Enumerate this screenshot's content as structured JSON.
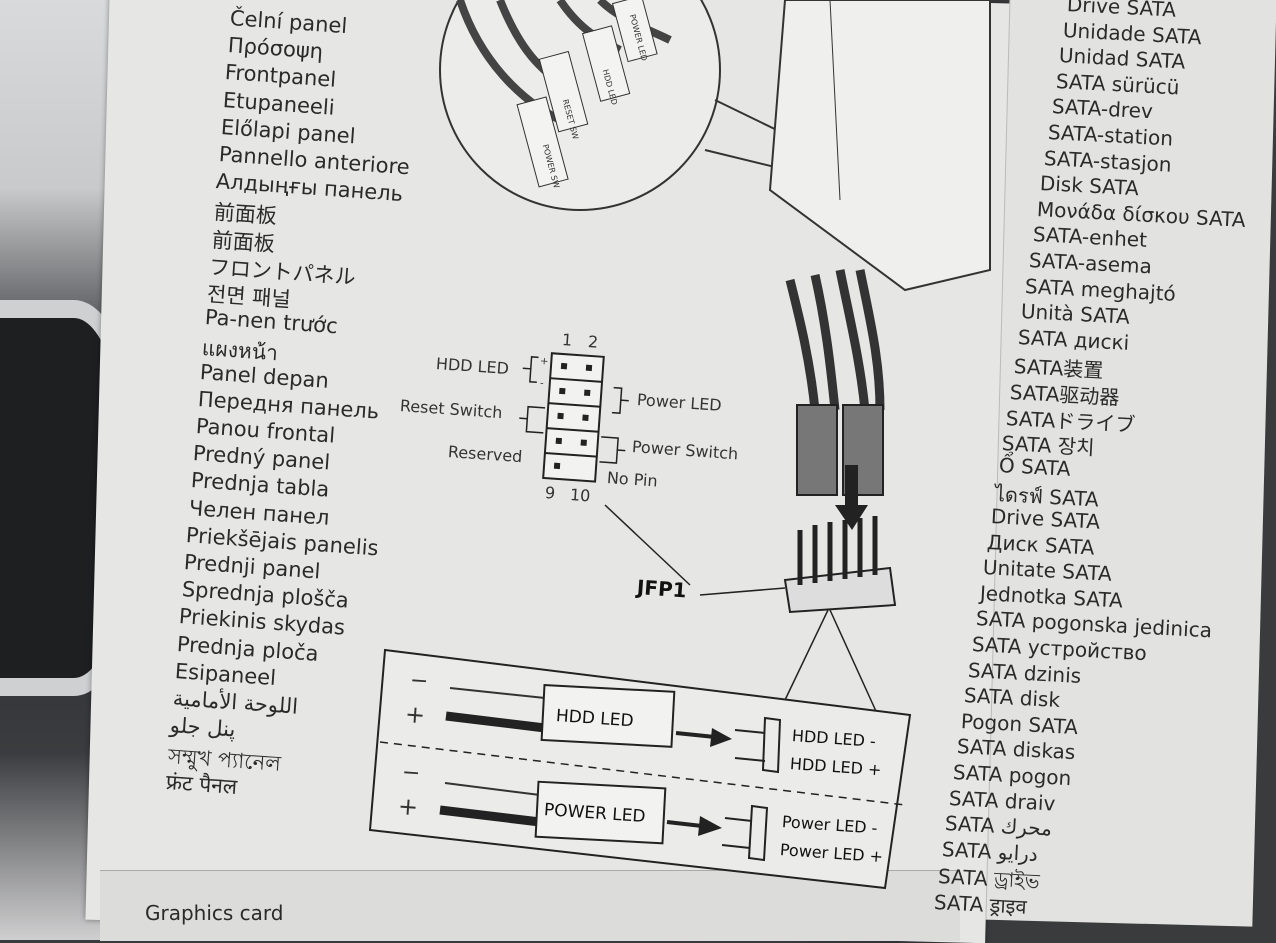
{
  "left_list": [
    "Čelní panel",
    "Πρόσοψη",
    "Frontpanel",
    "Etupaneeli",
    "Előlapi panel",
    "Pannello anteriore",
    "Алдыңғы панель",
    "前面板",
    "前面板",
    "フロントパネル",
    "전면 패널",
    "Pa-nen trước",
    "แผงหน้า",
    "Panel depan",
    "Передня панель",
    "Panou frontal",
    "Predný panel",
    "Prednja tabla",
    "Челен панел",
    "Priekšējais panelis",
    "Prednji panel",
    "Sprednja plošča",
    "Priekinis skydas",
    "Prednja ploča",
    "Esipaneel",
    "اللوحة الأمامية",
    "پنل جلو",
    "সম্মুখ প্যানেল",
    "फ्रंट पैनल"
  ],
  "right_list": [
    "Drive SATA",
    "Unidade SATA",
    "Unidad SATA",
    "SATA sürücü",
    "SATA-drev",
    "SATA-station",
    "SATA-stasjon",
    "Disk SATA",
    "Μονάδα δίσκου SATA",
    "SATA-enhet",
    "SATA-asema",
    "SATA meghajtó",
    "Unità SATA",
    "SATA дискі",
    "SATA装置",
    "SATA驱动器",
    "SATAドライブ",
    "SATA 장치",
    "Ổ SATA",
    "ไดรฟ์ SATA",
    "Drive SATA",
    "Диск SATA",
    "Unitate SATA",
    "Jednotka SATA",
    "SATA pogonska jedinica",
    "SATA устройство",
    "SATA dzinis",
    "SATA disk",
    "Pogon SATA",
    "SATA diskas",
    "SATA pogon",
    "SATA draiv",
    "SATA محرك",
    "SATA درایو",
    "SATA ড্রাইভ",
    "SATA ड्राइव"
  ],
  "pinout": {
    "pin_top": [
      "1",
      "2"
    ],
    "pin_bottom": [
      "9",
      "10"
    ],
    "hdd_led": "HDD LED",
    "power_led": "Power LED",
    "reset_switch": "Reset Switch",
    "power_switch": "Power Switch",
    "reserved": "Reserved",
    "no_pin": "No Pin",
    "plus": "+",
    "minus": "-"
  },
  "connector_label": "JFP1",
  "wiring": {
    "hdd": {
      "box": "HDD LED",
      "minus_sign": "−",
      "plus_sign": "+",
      "pin_minus": "HDD LED -",
      "pin_plus": "HDD LED +"
    },
    "power": {
      "box": "POWER LED",
      "minus_sign": "−",
      "plus_sign": "+",
      "pin_minus": "Power LED -",
      "pin_plus": "Power LED +"
    }
  },
  "cable_labels": [
    "POWER SW",
    "RESET SW",
    "HDD LED",
    "POWER LED"
  ],
  "footer": {
    "text": "Graphics card"
  }
}
